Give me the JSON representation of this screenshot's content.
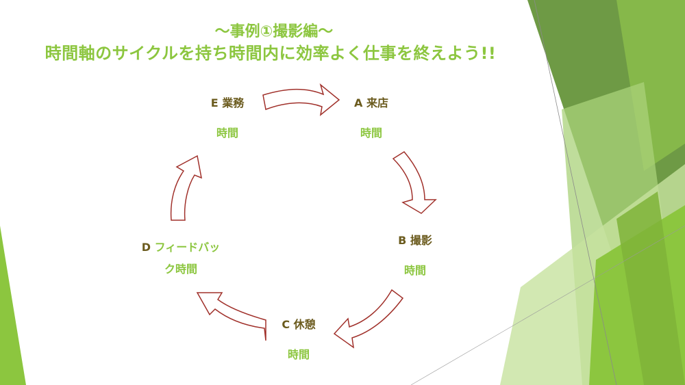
{
  "slide": {
    "title_line1": "〜事例①撮影編〜",
    "title_line2": "時間軸のサイクルを持ち時間内に効率よく仕事を終えよう!!"
  },
  "cycle": {
    "nodes": [
      {
        "code": "A",
        "label": "来店",
        "sub": "時間"
      },
      {
        "code": "B",
        "label": "撮影",
        "sub": "時間"
      },
      {
        "code": "C",
        "label": "休憩",
        "sub": "時間"
      },
      {
        "code": "D",
        "label": "フィードバッ",
        "label2": "ク時間"
      },
      {
        "code": "E",
        "label": "業務",
        "sub": "時間"
      }
    ],
    "arrow_color": "#A0302A"
  },
  "colors": {
    "accent_green": "#8CC63F",
    "label_brown": "#6B5B1E"
  }
}
